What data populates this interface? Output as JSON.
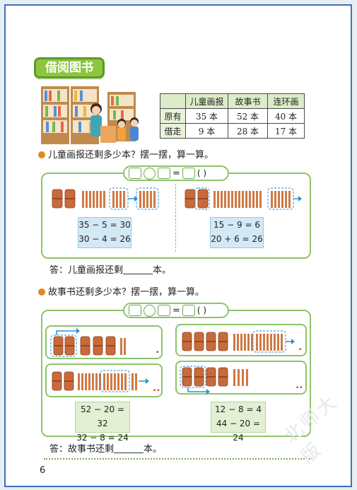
{
  "section_title": "借阅图书",
  "table": {
    "headers": [
      "",
      "儿童画报",
      "故事书",
      "连环画"
    ],
    "rows": [
      [
        "原有",
        "35 本",
        "52 本",
        "40 本"
      ],
      [
        "借走",
        "9 本",
        "28 本",
        "17 本"
      ]
    ]
  },
  "q1": {
    "question": "儿童画报还剩多少本？摆一摆，算一算。",
    "eq_equals": "=",
    "eq_paren": "(    )",
    "left_calc": [
      "35 − 5 = 30",
      "30 − 4 = 26"
    ],
    "right_calc": [
      "15 − 9 = 6",
      "20 + 6 = 26"
    ],
    "answer_prefix": "答：儿童画报还剩",
    "answer_suffix": "本。"
  },
  "q2": {
    "question": "故事书还剩多少本？摆一摆，算一算。",
    "eq_equals": "=",
    "eq_paren": "(    )",
    "left_calc": [
      "52 − 20 = 32",
      "32 − 8 = 24"
    ],
    "right_calc": [
      "12 − 8 = 4",
      "44 − 20 = 24"
    ],
    "marks": [
      "•",
      "••",
      "•",
      "••"
    ],
    "answer_prefix": "答：故事书还剩",
    "answer_suffix": "本。"
  },
  "page_number": "6",
  "watermark": "北师大版",
  "colors": {
    "frame": "#3d6fb6",
    "green": "#8dc56a",
    "bundle": "#c96a3a",
    "arrow": "#2a8fd6"
  }
}
